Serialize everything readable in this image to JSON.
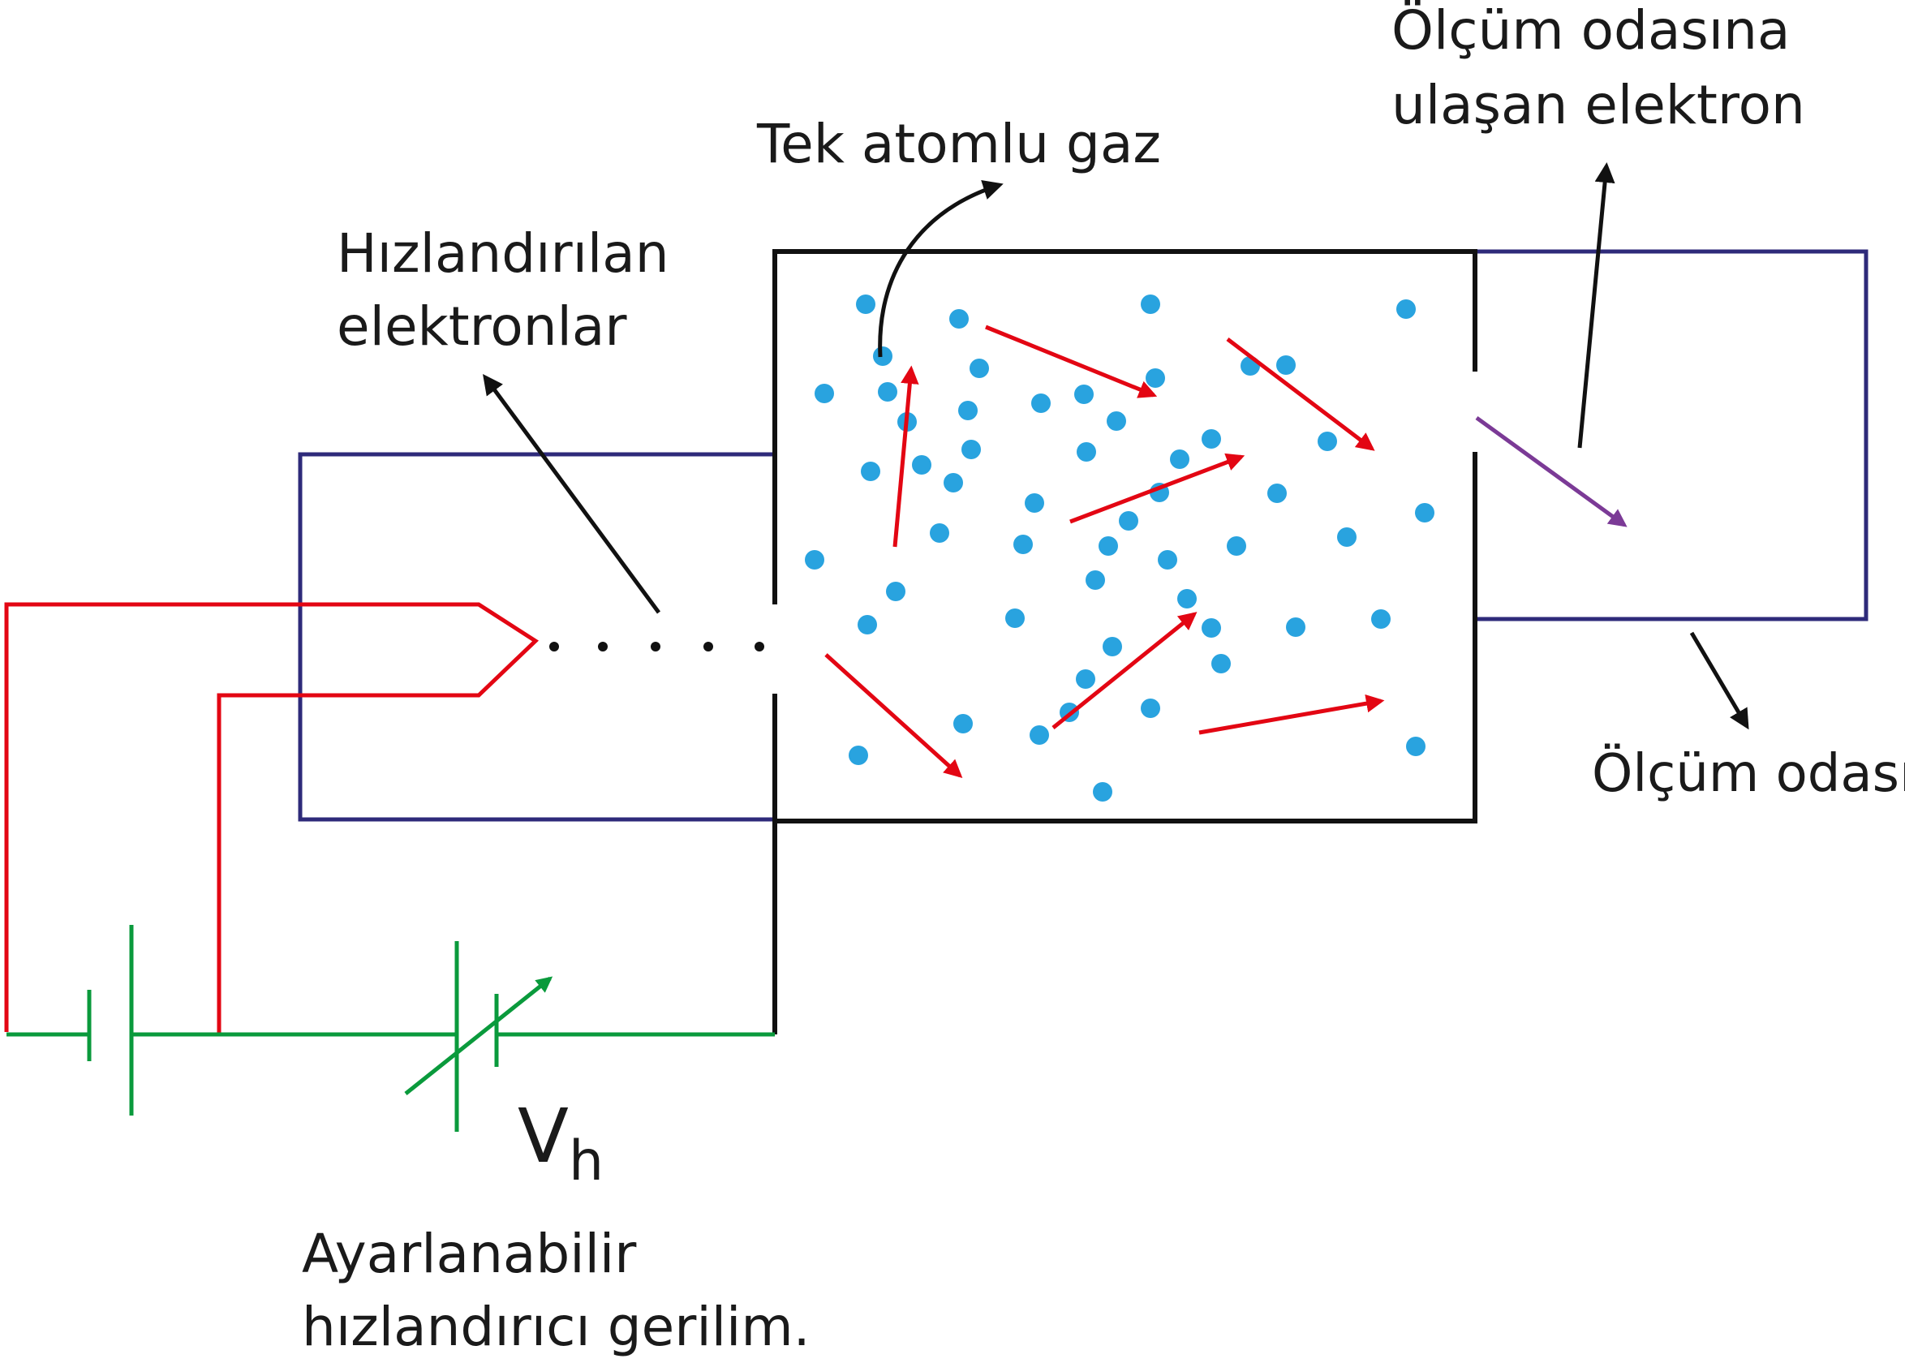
{
  "labels": {
    "tek_atomlu_gaz": "Tek atomlu gaz",
    "hizlandirilan_line1": "Hızlandırılan",
    "hizlandirilan_line2": "elektronlar",
    "olcum_odasina_line1": "Ölçüm odasına",
    "olcum_odasina_line2": "ulaşan elektron",
    "olcum_odasi": "Ölçüm odası",
    "voltage_symbol": "V",
    "voltage_subscript": "h",
    "ayarlanabilir_line1": "Ayarlanabilir",
    "ayarlanabilir_line2": "hızlandırıcı gerilim."
  },
  "colors": {
    "chamber": "#111111",
    "tube": "#2e2a7a",
    "filament": "#e30613",
    "circuit": "#0a9a3c",
    "gas_atom": "#29a3df",
    "collision_arrow": "#e30613",
    "electron_exit": "#7b3a96",
    "pointer": "#111111"
  }
}
